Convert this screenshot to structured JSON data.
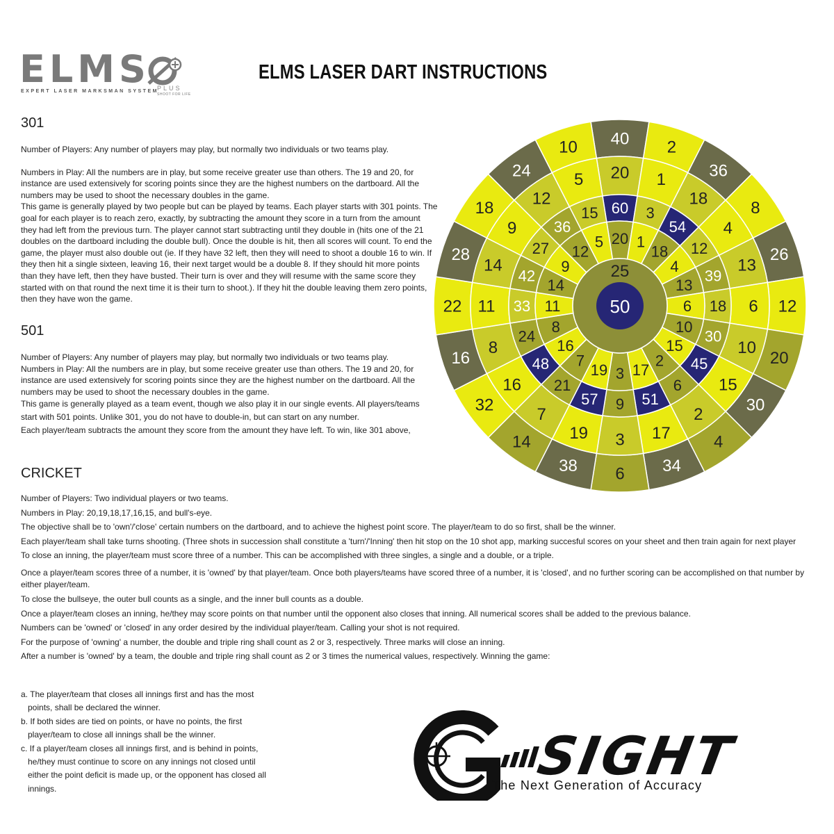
{
  "logo": {
    "word": "ELMS",
    "subtitle": "EXPERT LASER MARKSMAN SYSTEM",
    "plus": "PLUS",
    "slogan": "SHOOT FOR LIFE"
  },
  "title": "ELMS LASER DART INSTRUCTIONS",
  "s301": {
    "heading": "301",
    "players": "Number of Players: Any number of players may play, but normally two individuals or two teams play.",
    "numbers": "Numbers in Play: All the numbers are in play, but some receive greater use than others.  The 19 and 20, for instance are used extensively for scoring points since they are the highest numbers on the dartboard.  All the numbers may be used to shoot the necessary doubles in the game.",
    "body": "This game is generally played by two people but can be played by teams. Each player starts with 301 points. The goal for each player is to reach zero, exactly, by subtracting the amount they score in a turn from the amount they had left from the previous turn. The player cannot start subtracting until they double in (hits one of the 21 doubles on the dartboard including the double bull). Once the double is hit, then all scores will count. To end the game, the player must also double out (ie. If they have 32 left, then they will need to shoot a double 16 to win. If they then hit a single sixteen, leaving 16, their next target would be a double 8. If they should hit more points than they have left, then they have busted. Their turn is over and they will resume with the same score they started with on that round the next time it is their turn to shoot.). If they hit the double leaving them zero points, then they have won the game."
  },
  "s501": {
    "heading": "501",
    "players": "Number of Players: Any number of players may play, but normally two individuals or two teams play.",
    "numbers": "Numbers in Play: All the numbers are in play, but some receive greater use than others.  The 19 and 20, for instance are used extensively for scoring points since they are the highest number on the dartboard.  All the numbers may be used to shoot the necessary doubles in the game.",
    "body1": "This game is generally played as a team event, though we also play it in our single events. All players/teams start with 501 points. Unlike 301, you do not have to double-in, but can start on any number.",
    "body2": "Each player/team subtracts the amount they score from the amount they have left. To win, like 301 above,"
  },
  "cricket": {
    "heading": "CRICKET",
    "lines": [
      "Number of Players: Two individual players or two teams.",
      "Numbers in Play: 20,19,18,17,16,15, and bull's-eye.",
      "The objective shall be to 'own'/'close' certain numbers on the dartboard, and to achieve the highest point score. The player/team to do so first, shall be the winner.",
      "Each player/team shall take turns shooting. (Three shots in succession shall constitute a 'turn'/'Inning' then hit stop on the 10 shot app, marking succesful scores on your sheet and then train again for next player",
      "To close an inning, the player/team must score three of a number. This can be accomplished with three singles, a single and a double, or a triple.",
      "Once a player/team scores three of a number, it is 'owned' by that player/team. Once both players/teams have scored three of a number, it is 'closed', and no further scoring can be accomplished on that number by either player/team.",
      "To close the bullseye, the outer bull counts as a single, and the inner bull counts as a double.",
      "Once a player/team closes an inning, he/they may score points on that number until the opponent also closes that inning. All numerical scores shall be added to the previous balance.",
      "Numbers can be 'owned' or 'closed' in any order desired by the individual player/team. Calling your shot is not required.",
      "For the purpose of 'owning' a number, the double and triple ring shall count as 2 or 3, respectively. Three marks will close an inning.",
      "After a number is 'owned' by a team, the double and triple ring shall count as 2 or 3 times the numerical values, respectively. Winning the game:"
    ],
    "list": [
      "a. The player/team that closes all innings first and has the most points, shall be declared the winner.",
      "b. If both sides are tied on points, or have no points, the first player/team to close all innings shall be the winner.",
      "c. If a player/team closes all innings first, and is behind in points, he/they must continue to score on any innings not closed until either the point deficit is made up, or the opponent has closed all innings."
    ]
  },
  "dartboard": {
    "numbers": [
      20,
      1,
      18,
      4,
      13,
      6,
      10,
      15,
      2,
      17,
      3,
      19,
      7,
      16,
      8,
      11,
      14,
      9,
      12,
      5
    ],
    "outer_labels": [
      "40",
      "2",
      "36",
      "8",
      "26",
      "12",
      "20",
      "30",
      "4",
      "34",
      "6",
      "38",
      "14",
      "32",
      "16",
      "22",
      "28",
      "18",
      "24",
      "10"
    ],
    "triple_labels": [
      "60",
      "3",
      "54",
      "12",
      "39",
      "18",
      "30",
      "45",
      "6",
      "51",
      "9",
      "57",
      "21",
      "48",
      "24",
      "33",
      "42",
      "27",
      "36",
      "15"
    ],
    "outer_bull_label": "25",
    "inner_bull_label": "50",
    "colors": {
      "bright": "#e9ea10",
      "light": "#c9cb2a",
      "olive": "#a3a52d",
      "gray": "#6b6b4a",
      "navy": "#262675",
      "bull_outer": "#8d8f38",
      "line": "#ffffff",
      "label_light": "#ffffff",
      "label_dark": "#222222"
    }
  },
  "gsight": {
    "word": "SIGHT",
    "tagline": "The Next Generation of Accuracy"
  }
}
